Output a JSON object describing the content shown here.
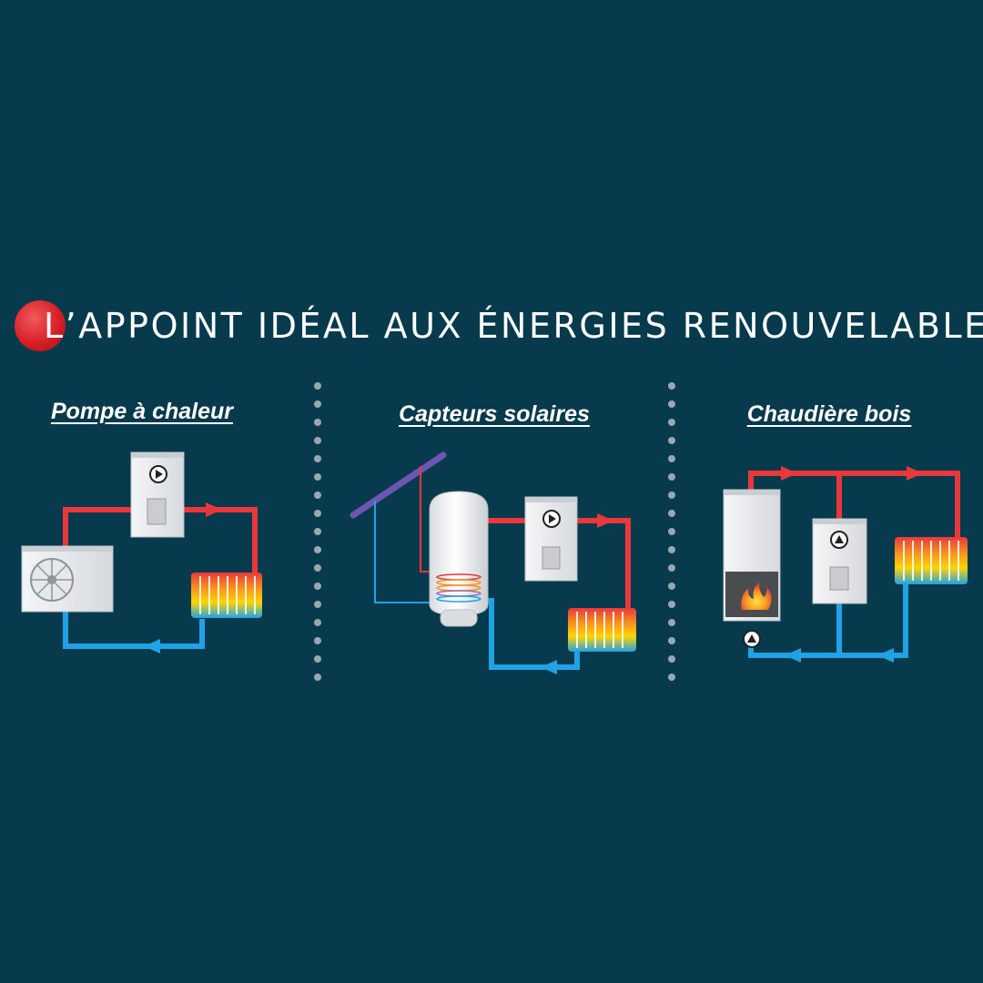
{
  "header": {
    "title": "L’APPOINT IDÉAL AUX ÉNERGIES RENOUVELABLES"
  },
  "panels": [
    {
      "id": "heat-pump",
      "title": "Pompe à chaleur"
    },
    {
      "id": "solar",
      "title": "Capteurs solaires"
    },
    {
      "id": "wood-boiler",
      "title": "Chaudière bois"
    }
  ],
  "colors": {
    "background": "#063a4c",
    "hot_pipe": "#e8383c",
    "cold_pipe": "#1fa3e6",
    "accent_dot": "#d81f26",
    "divider_dot": "#9aa7b0",
    "solar_panel": "#6b57b3",
    "unit_body": "#e9ebed"
  },
  "icons": [
    "pump-icon",
    "fan-icon",
    "flame-icon",
    "radiator-icon"
  ]
}
